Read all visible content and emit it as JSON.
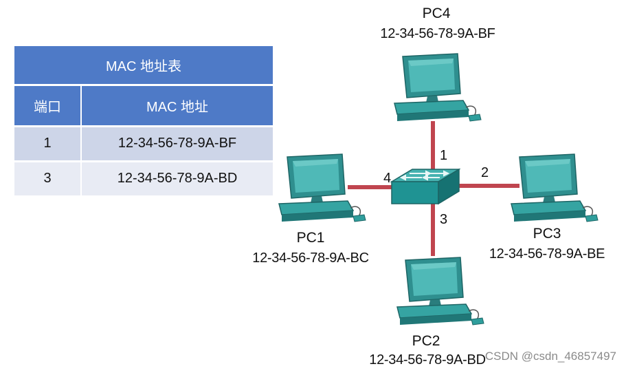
{
  "mac_table": {
    "title": "MAC 地址表",
    "col_port": "端口",
    "col_mac": "MAC 地址",
    "rows": [
      {
        "port": "1",
        "mac": "12-34-56-78-9A-BF"
      },
      {
        "port": "3",
        "mac": "12-34-56-78-9A-BD"
      }
    ]
  },
  "hosts": {
    "pc4": {
      "name": "PC4",
      "mac": "12-34-56-78-9A-BF"
    },
    "pc1": {
      "name": "PC1",
      "mac": "12-34-56-78-9A-BC"
    },
    "pc3": {
      "name": "PC3",
      "mac": "12-34-56-78-9A-BE"
    },
    "pc2": {
      "name": "PC2",
      "mac": "12-34-56-78-9A-BD"
    }
  },
  "ports": {
    "p1": "1",
    "p2": "2",
    "p3": "3",
    "p4": "4"
  },
  "colors": {
    "link": "#c0454f",
    "device": "#1f9c9c",
    "table_header": "#4e7ac7"
  },
  "watermark": "CSDN @csdn_46857497"
}
